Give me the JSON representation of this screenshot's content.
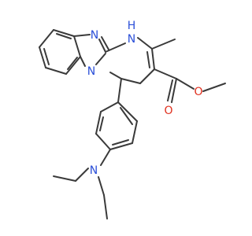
{
  "molecule": {
    "atom_labels": {
      "n_imine": "N",
      "n_bridge": "N",
      "nh": "H",
      "nh_n": "N",
      "n_amine": "N",
      "o_carbonyl": "O",
      "o_ester": "O"
    },
    "colors": {
      "bond": "#3a3a3a",
      "nitrogen": "#2b4fd8",
      "oxygen": "#e0301e",
      "background": "#ffffff"
    }
  }
}
